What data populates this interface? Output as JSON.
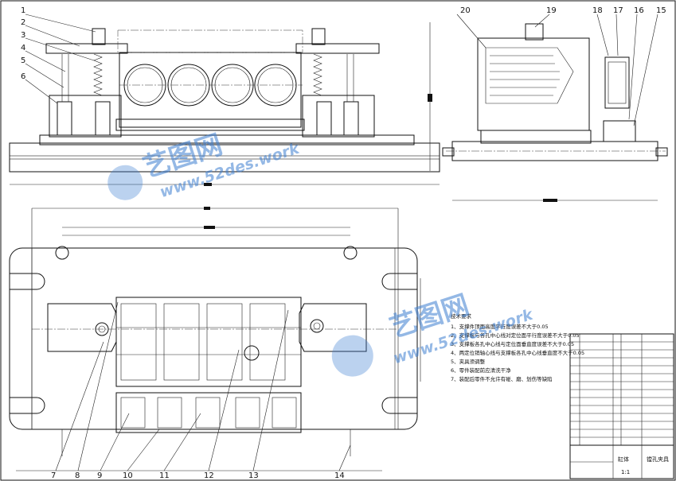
{
  "part_numbers_top_left": [
    "1",
    "2",
    "3",
    "4",
    "5",
    "6"
  ],
  "part_numbers_top_right": [
    "20",
    "19",
    "18",
    "17",
    "16",
    "15"
  ],
  "part_numbers_bottom": [
    "7",
    "8",
    "9",
    "10",
    "11",
    "12",
    "13",
    "14"
  ],
  "tech_notes_title": "技术要求",
  "tech_notes": [
    "1、支撑件顶面高度平行度误差不大于0.05",
    "2、支撑板与各孔中心线对定位面平行度误差不大于0.05",
    "3、支撑板各孔中心线与定位面垂直度误差不大于0.05",
    "4、两定位销轴心线与支撑板各孔中心线垂直度不大于0.05",
    "5、夹具须调整",
    "6、零件装配前应清洗干净",
    "7、装配后零件不允许有碰、磨、划伤等缺陷"
  ],
  "title_block": {
    "drawing_name": "镗孔夹具",
    "part_name": "缸体",
    "scale": "1:1"
  },
  "watermark": {
    "cn": "艺图网",
    "url": "www.52des.work",
    "color": "#3d7fd0"
  }
}
